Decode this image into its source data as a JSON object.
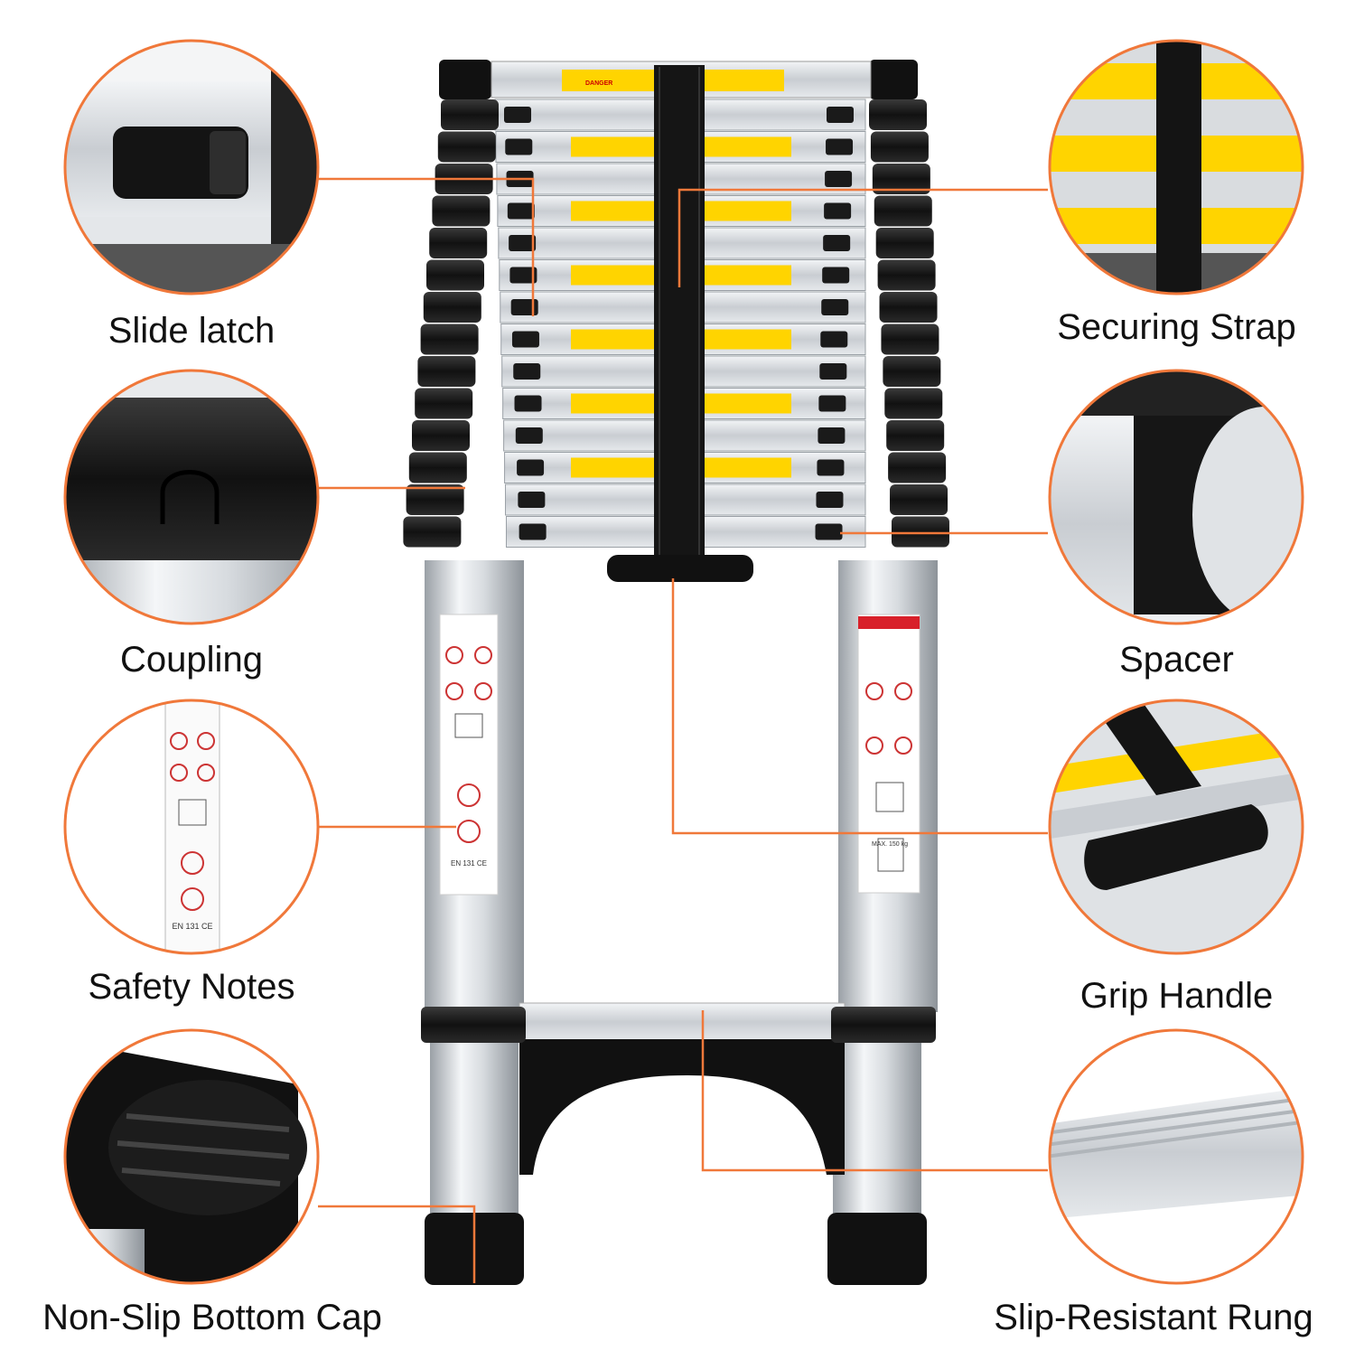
{
  "labels": {
    "slide_latch": "Slide latch",
    "coupling": "Coupling",
    "safety_notes": "Safety Notes",
    "non_slip_bottom_cap": "Non-Slip Bottom Cap",
    "securing_strap": "Securing Strap",
    "spacer": "Spacer",
    "grip_handle": "Grip Handle",
    "slip_resistant_rung": "Slip-Resistant Rung"
  },
  "stickers": {
    "danger": "DANGER",
    "en_standard": "EN 131 CE",
    "max_load": "MAX. 150 kg"
  },
  "colors": {
    "callout_orange": "#f0783a",
    "aluminium": "#d4d8dc",
    "black_plastic": "#151515",
    "warning_yellow": "#ffd400"
  }
}
